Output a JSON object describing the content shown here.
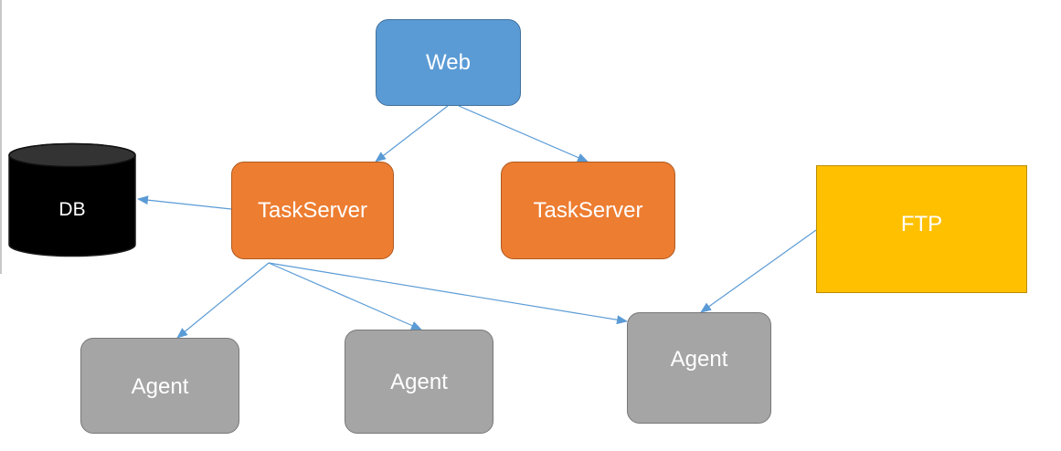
{
  "diagram": {
    "nodes": {
      "web": {
        "label": "Web",
        "color": "#5b9bd5"
      },
      "task_server_1": {
        "label": "TaskServer",
        "color": "#ed7d31"
      },
      "task_server_2": {
        "label": "TaskServer",
        "color": "#ed7d31"
      },
      "db": {
        "label": "DB",
        "color": "#000000"
      },
      "ftp": {
        "label": "FTP",
        "color": "#ffc000"
      },
      "agent_1": {
        "label": "Agent",
        "color": "#a5a5a5"
      },
      "agent_2": {
        "label": "Agent",
        "color": "#a5a5a5"
      },
      "agent_3": {
        "label": "Agent",
        "color": "#a5a5a5"
      }
    },
    "edges": [
      {
        "from": "web",
        "to": "task_server_1"
      },
      {
        "from": "web",
        "to": "task_server_2"
      },
      {
        "from": "task_server_1",
        "to": "db"
      },
      {
        "from": "task_server_1",
        "to": "agent_1"
      },
      {
        "from": "task_server_1",
        "to": "agent_2"
      },
      {
        "from": "task_server_1",
        "to": "agent_3"
      },
      {
        "from": "ftp",
        "to": "agent_3"
      }
    ],
    "connector_color": "#5b9bd5"
  }
}
